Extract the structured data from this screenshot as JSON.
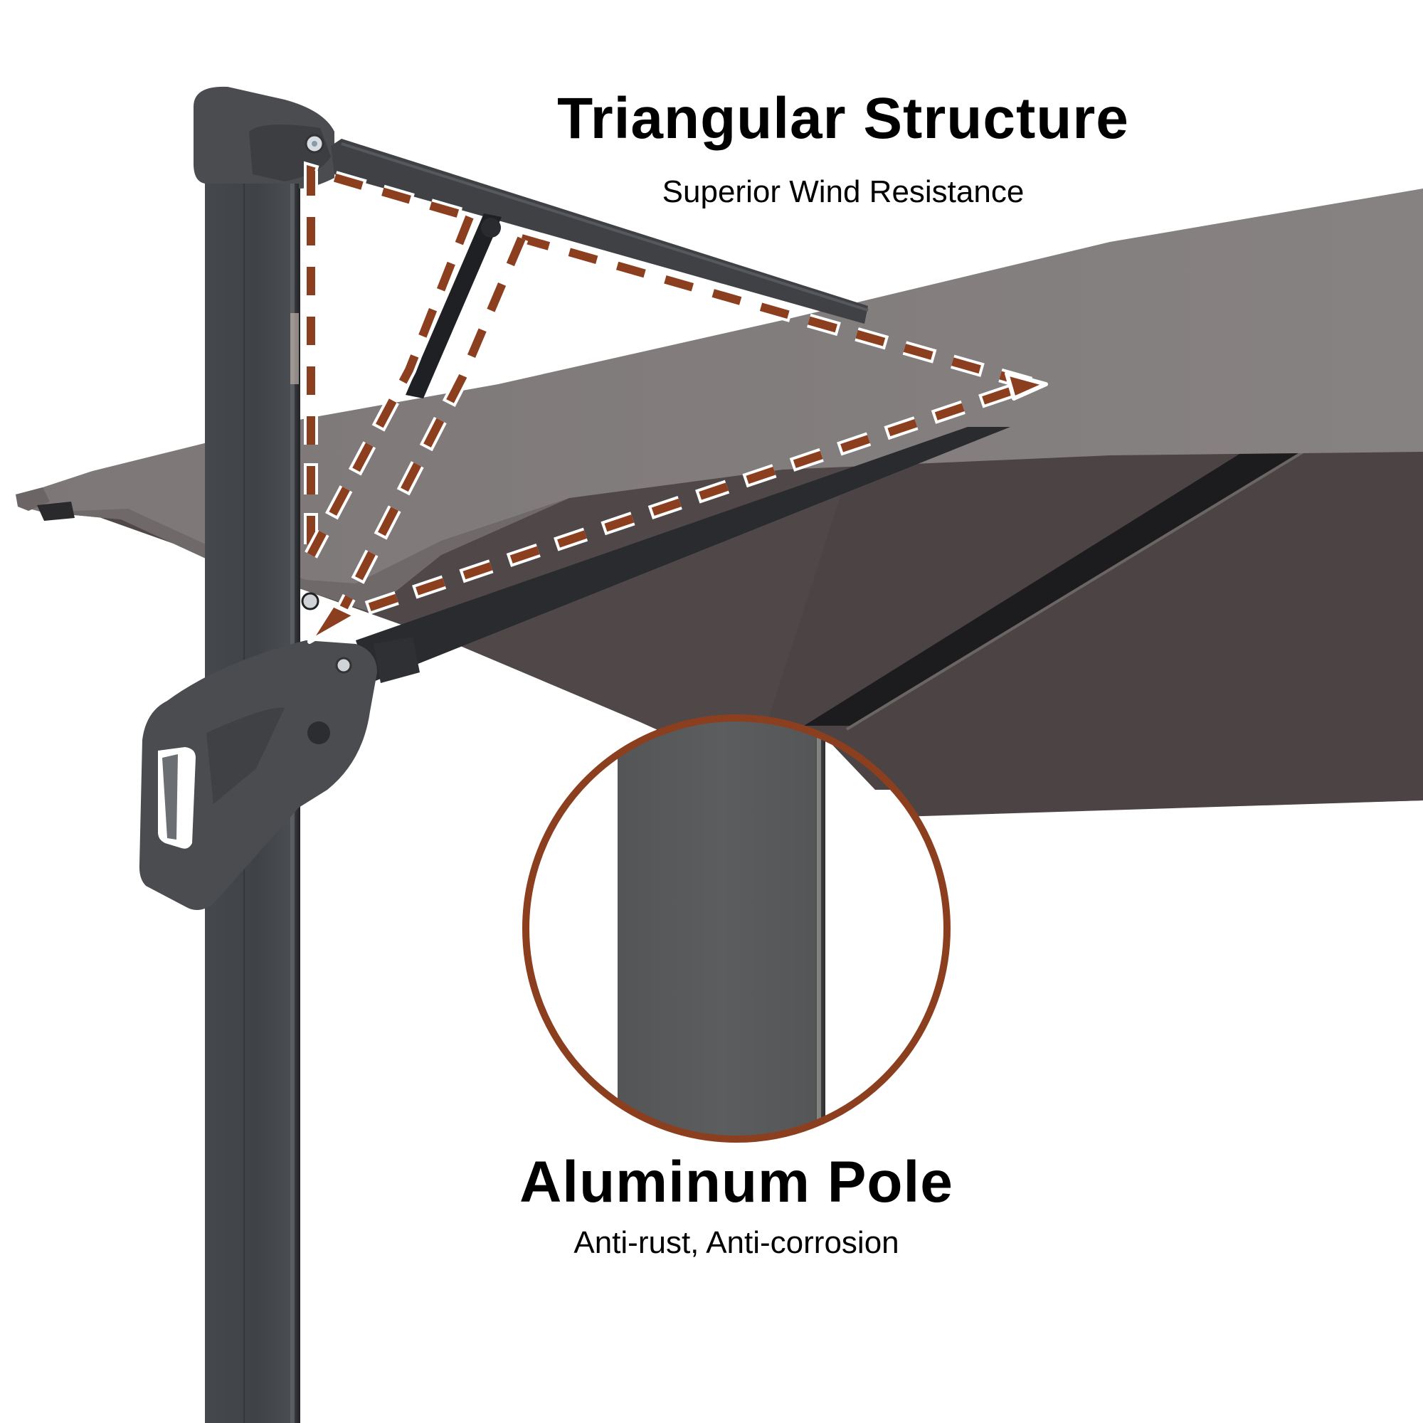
{
  "feature_1": {
    "title": "Triangular Structure",
    "subtitle": "Superior Wind Resistance"
  },
  "feature_2": {
    "title": "Aluminum Pole",
    "subtitle": "Anti-rust, Anti-corrosion"
  },
  "colors": {
    "background": "#ffffff",
    "accent_dash": "#8b3f1f",
    "dash_outline": "#ffffff",
    "canopy_top": "#858080",
    "canopy_under": "#4e4647",
    "pole": "#3e4145",
    "rib": "#1e1e20",
    "text": "#000000"
  },
  "icons": {
    "triangle_callout": "dashed-triangle-arrow-icon",
    "inset_magnifier": "circular-inset-icon"
  }
}
